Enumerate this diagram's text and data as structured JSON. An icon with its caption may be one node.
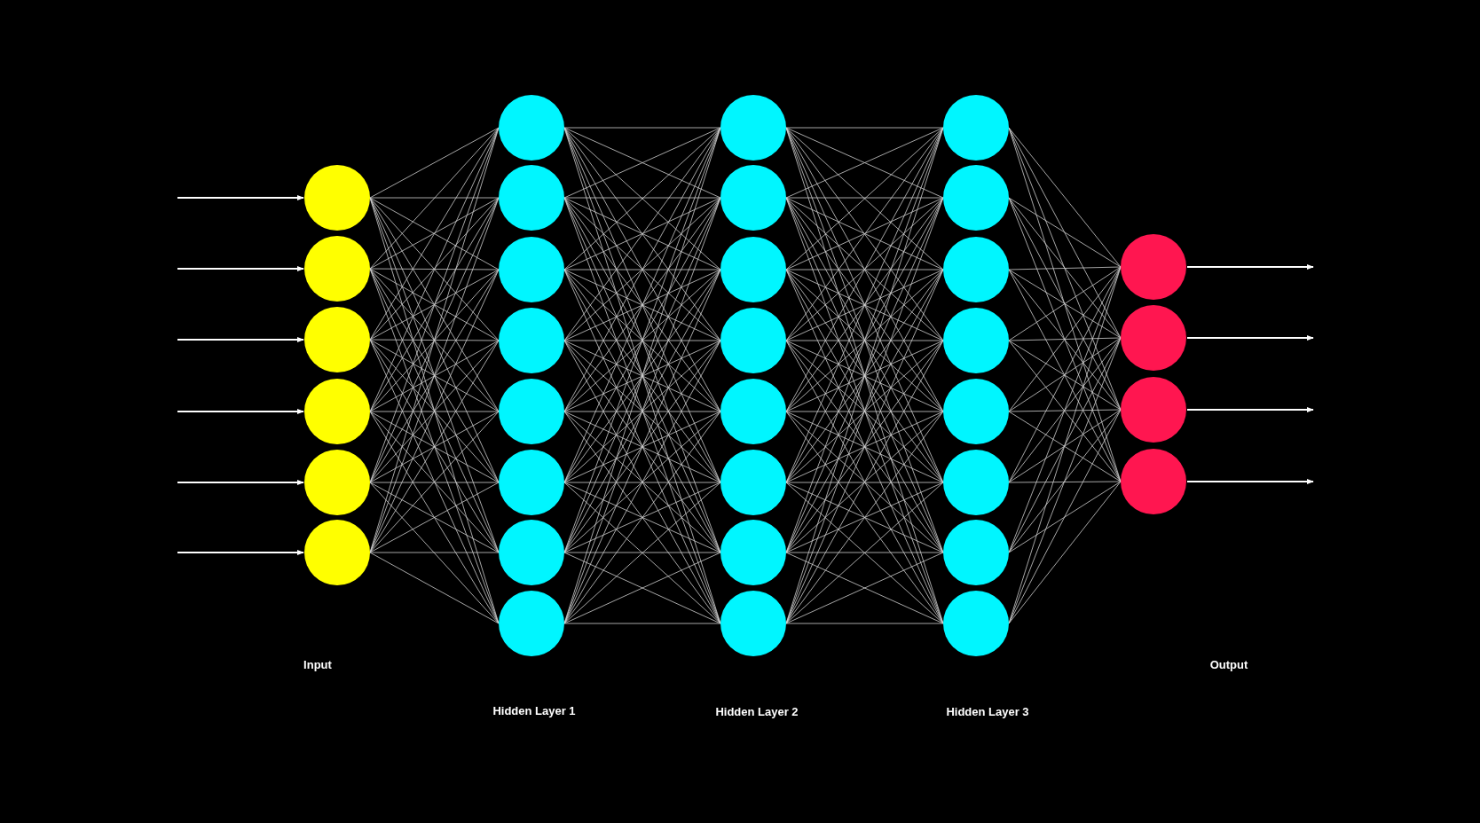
{
  "diagram": {
    "nodes": [
      {
        "text": [],
        "shape": "circle"
      },
      {
        "text": [],
        "shape": "circle"
      },
      {
        "text": [],
        "shape": "circle"
      },
      {
        "text": [],
        "shape": "circle"
      },
      {
        "text": [],
        "shape": "circle"
      },
      {
        "text": [],
        "shape": "circle"
      },
      {
        "text": [],
        "shape": "circle"
      },
      {
        "text": [],
        "shape": "circle"
      },
      {
        "text": [],
        "shape": "circle"
      },
      {
        "text": [],
        "shape": "circle"
      },
      {
        "text": [],
        "shape": "circle"
      },
      {
        "text": [],
        "shape": "circle"
      },
      {
        "text": [],
        "shape": "circle"
      },
      {
        "text": [],
        "shape": "circle"
      },
      {
        "text": [],
        "shape": "circle"
      },
      {
        "text": [],
        "shape": "circle"
      },
      {
        "text": [],
        "shape": "circle"
      },
      {
        "text": [],
        "shape": "circle"
      },
      {
        "text": [],
        "shape": "circle"
      },
      {
        "text": [],
        "shape": "circle"
      },
      {
        "text": [],
        "shape": "circle"
      },
      {
        "text": [],
        "shape": "circle"
      },
      {
        "text": [],
        "shape": "circle"
      },
      {
        "text": [],
        "shape": "circle"
      },
      {
        "text": [],
        "shape": "circle"
      },
      {
        "text": [],
        "shape": "circle"
      },
      {
        "text": [],
        "shape": "circle"
      },
      {
        "text": [],
        "shape": "circle"
      },
      {
        "text": [],
        "shape": "circle"
      },
      {
        "text": [],
        "shape": "circle"
      },
      {
        "text": [],
        "shape": "circle"
      },
      {
        "text": [],
        "shape": "circle"
      },
      {
        "text": [],
        "shape": "circle"
      },
      {
        "text": [],
        "shape": "circle"
      }
    ],
    "edges": [
      {
        "from": null,
        "to": 0,
        "arrow": "to"
      },
      {
        "from": null,
        "to": 1,
        "arrow": "to"
      },
      {
        "from": null,
        "to": 2,
        "arrow": "to"
      },
      {
        "from": null,
        "to": 3,
        "arrow": "to"
      },
      {
        "from": null,
        "to": 4,
        "arrow": "to"
      },
      {
        "from": null,
        "to": 5,
        "arrow": "to"
      },
      {
        "from": 0,
        "to": 6,
        "arrow": "none"
      },
      {
        "from": 0,
        "to": 7,
        "arrow": "none"
      },
      {
        "from": 0,
        "to": 8,
        "arrow": "none"
      },
      {
        "from": 0,
        "to": 9,
        "arrow": "none"
      },
      {
        "from": 0,
        "to": 10,
        "arrow": "none"
      },
      {
        "from": 0,
        "to": 11,
        "arrow": "none"
      },
      {
        "from": 0,
        "to": 12,
        "arrow": "none"
      },
      {
        "from": 0,
        "to": 13,
        "arrow": "none"
      },
      {
        "from": 1,
        "to": 6,
        "arrow": "none"
      },
      {
        "from": 1,
        "to": 7,
        "arrow": "none"
      },
      {
        "from": 1,
        "to": 8,
        "arrow": "none"
      },
      {
        "from": 1,
        "to": 9,
        "arrow": "none"
      },
      {
        "from": 1,
        "to": 10,
        "arrow": "none"
      },
      {
        "from": 1,
        "to": 11,
        "arrow": "none"
      },
      {
        "from": 1,
        "to": 12,
        "arrow": "none"
      },
      {
        "from": 1,
        "to": 13,
        "arrow": "none"
      },
      {
        "from": 2,
        "to": 6,
        "arrow": "none"
      },
      {
        "from": 2,
        "to": 7,
        "arrow": "none"
      },
      {
        "from": 2,
        "to": 8,
        "arrow": "none"
      },
      {
        "from": 2,
        "to": 9,
        "arrow": "none"
      },
      {
        "from": 2,
        "to": 10,
        "arrow": "none"
      },
      {
        "from": 2,
        "to": 11,
        "arrow": "none"
      },
      {
        "from": 2,
        "to": 12,
        "arrow": "none"
      },
      {
        "from": 2,
        "to": 13,
        "arrow": "none"
      },
      {
        "from": 3,
        "to": 6,
        "arrow": "none"
      },
      {
        "from": 3,
        "to": 7,
        "arrow": "none"
      },
      {
        "from": 3,
        "to": 8,
        "arrow": "none"
      },
      {
        "from": 3,
        "to": 9,
        "arrow": "none"
      },
      {
        "from": 3,
        "to": 10,
        "arrow": "none"
      },
      {
        "from": 3,
        "to": 11,
        "arrow": "none"
      },
      {
        "from": 3,
        "to": 12,
        "arrow": "none"
      },
      {
        "from": 3,
        "to": 13,
        "arrow": "none"
      },
      {
        "from": 4,
        "to": 6,
        "arrow": "none"
      },
      {
        "from": 4,
        "to": 7,
        "arrow": "none"
      },
      {
        "from": 4,
        "to": 8,
        "arrow": "none"
      },
      {
        "from": 4,
        "to": 9,
        "arrow": "none"
      },
      {
        "from": 4,
        "to": 10,
        "arrow": "none"
      },
      {
        "from": 4,
        "to": 11,
        "arrow": "none"
      },
      {
        "from": 4,
        "to": 12,
        "arrow": "none"
      },
      {
        "from": 4,
        "to": 13,
        "arrow": "none"
      },
      {
        "from": 5,
        "to": 6,
        "arrow": "none"
      },
      {
        "from": 5,
        "to": 7,
        "arrow": "none"
      },
      {
        "from": 5,
        "to": 8,
        "arrow": "none"
      },
      {
        "from": 5,
        "to": 9,
        "arrow": "none"
      },
      {
        "from": 5,
        "to": 10,
        "arrow": "none"
      },
      {
        "from": 5,
        "to": 11,
        "arrow": "none"
      },
      {
        "from": 5,
        "to": 12,
        "arrow": "none"
      },
      {
        "from": 5,
        "to": 13,
        "arrow": "none"
      },
      {
        "from": 6,
        "to": 14,
        "arrow": "none"
      },
      {
        "from": 6,
        "to": 15,
        "arrow": "none"
      },
      {
        "from": 6,
        "to": 16,
        "arrow": "none"
      },
      {
        "from": 6,
        "to": 17,
        "arrow": "none"
      },
      {
        "from": 6,
        "to": 18,
        "arrow": "none"
      },
      {
        "from": 6,
        "to": 19,
        "arrow": "none"
      },
      {
        "from": 6,
        "to": 20,
        "arrow": "none"
      },
      {
        "from": 6,
        "to": 21,
        "arrow": "none"
      },
      {
        "from": 7,
        "to": 14,
        "arrow": "none"
      },
      {
        "from": 7,
        "to": 15,
        "arrow": "none"
      },
      {
        "from": 7,
        "to": 16,
        "arrow": "none"
      },
      {
        "from": 7,
        "to": 17,
        "arrow": "none"
      },
      {
        "from": 7,
        "to": 18,
        "arrow": "none"
      },
      {
        "from": 7,
        "to": 19,
        "arrow": "none"
      },
      {
        "from": 7,
        "to": 20,
        "arrow": "none"
      },
      {
        "from": 7,
        "to": 21,
        "arrow": "none"
      },
      {
        "from": 8,
        "to": 14,
        "arrow": "none"
      },
      {
        "from": 8,
        "to": 15,
        "arrow": "none"
      },
      {
        "from": 8,
        "to": 16,
        "arrow": "none"
      },
      {
        "from": 8,
        "to": 17,
        "arrow": "none"
      },
      {
        "from": 8,
        "to": 18,
        "arrow": "none"
      },
      {
        "from": 8,
        "to": 19,
        "arrow": "none"
      },
      {
        "from": 8,
        "to": 20,
        "arrow": "none"
      },
      {
        "from": 8,
        "to": 21,
        "arrow": "none"
      },
      {
        "from": 9,
        "to": 14,
        "arrow": "none"
      },
      {
        "from": 9,
        "to": 15,
        "arrow": "none"
      },
      {
        "from": 9,
        "to": 16,
        "arrow": "none"
      },
      {
        "from": 9,
        "to": 17,
        "arrow": "none"
      },
      {
        "from": 9,
        "to": 18,
        "arrow": "none"
      },
      {
        "from": 9,
        "to": 19,
        "arrow": "none"
      },
      {
        "from": 9,
        "to": 20,
        "arrow": "none"
      },
      {
        "from": 9,
        "to": 21,
        "arrow": "none"
      },
      {
        "from": 10,
        "to": 14,
        "arrow": "none"
      },
      {
        "from": 10,
        "to": 15,
        "arrow": "none"
      },
      {
        "from": 10,
        "to": 16,
        "arrow": "none"
      },
      {
        "from": 10,
        "to": 17,
        "arrow": "none"
      },
      {
        "from": 10,
        "to": 18,
        "arrow": "none"
      },
      {
        "from": 10,
        "to": 19,
        "arrow": "none"
      },
      {
        "from": 10,
        "to": 20,
        "arrow": "none"
      },
      {
        "from": 10,
        "to": 21,
        "arrow": "none"
      },
      {
        "from": 11,
        "to": 14,
        "arrow": "none"
      },
      {
        "from": 11,
        "to": 15,
        "arrow": "none"
      },
      {
        "from": 11,
        "to": 16,
        "arrow": "none"
      },
      {
        "from": 11,
        "to": 17,
        "arrow": "none"
      },
      {
        "from": 11,
        "to": 18,
        "arrow": "none"
      },
      {
        "from": 11,
        "to": 19,
        "arrow": "none"
      },
      {
        "from": 11,
        "to": 20,
        "arrow": "none"
      },
      {
        "from": 11,
        "to": 21,
        "arrow": "none"
      },
      {
        "from": 12,
        "to": 14,
        "arrow": "none"
      },
      {
        "from": 12,
        "to": 15,
        "arrow": "none"
      },
      {
        "from": 12,
        "to": 16,
        "arrow": "none"
      },
      {
        "from": 12,
        "to": 17,
        "arrow": "none"
      },
      {
        "from": 12,
        "to": 18,
        "arrow": "none"
      },
      {
        "from": 12,
        "to": 19,
        "arrow": "none"
      },
      {
        "from": 12,
        "to": 20,
        "arrow": "none"
      },
      {
        "from": 12,
        "to": 21,
        "arrow": "none"
      },
      {
        "from": 13,
        "to": 14,
        "arrow": "none"
      },
      {
        "from": 13,
        "to": 15,
        "arrow": "none"
      },
      {
        "from": 13,
        "to": 16,
        "arrow": "none"
      },
      {
        "from": 13,
        "to": 17,
        "arrow": "none"
      },
      {
        "from": 13,
        "to": 18,
        "arrow": "none"
      },
      {
        "from": 13,
        "to": 19,
        "arrow": "none"
      },
      {
        "from": 13,
        "to": 20,
        "arrow": "none"
      },
      {
        "from": 13,
        "to": 21,
        "arrow": "none"
      },
      {
        "from": 14,
        "to": 22,
        "arrow": "none"
      },
      {
        "from": 14,
        "to": 23,
        "arrow": "none"
      },
      {
        "from": 14,
        "to": 24,
        "arrow": "none"
      },
      {
        "from": 14,
        "to": 25,
        "arrow": "none"
      },
      {
        "from": 14,
        "to": 26,
        "arrow": "none"
      },
      {
        "from": 14,
        "to": 27,
        "arrow": "none"
      },
      {
        "from": 14,
        "to": 28,
        "arrow": "none"
      },
      {
        "from": 14,
        "to": 29,
        "arrow": "none"
      },
      {
        "from": 15,
        "to": 22,
        "arrow": "none"
      },
      {
        "from": 15,
        "to": 23,
        "arrow": "none"
      },
      {
        "from": 15,
        "to": 24,
        "arrow": "none"
      },
      {
        "from": 15,
        "to": 25,
        "arrow": "none"
      },
      {
        "from": 15,
        "to": 26,
        "arrow": "none"
      },
      {
        "from": 15,
        "to": 27,
        "arrow": "none"
      },
      {
        "from": 15,
        "to": 28,
        "arrow": "none"
      },
      {
        "from": 15,
        "to": 29,
        "arrow": "none"
      },
      {
        "from": 16,
        "to": 22,
        "arrow": "none"
      },
      {
        "from": 16,
        "to": 23,
        "arrow": "none"
      },
      {
        "from": 16,
        "to": 24,
        "arrow": "none"
      },
      {
        "from": 16,
        "to": 25,
        "arrow": "none"
      },
      {
        "from": 16,
        "to": 26,
        "arrow": "none"
      },
      {
        "from": 16,
        "to": 27,
        "arrow": "none"
      },
      {
        "from": 16,
        "to": 28,
        "arrow": "none"
      },
      {
        "from": 16,
        "to": 29,
        "arrow": "none"
      },
      {
        "from": 17,
        "to": 22,
        "arrow": "none"
      },
      {
        "from": 17,
        "to": 23,
        "arrow": "none"
      },
      {
        "from": 17,
        "to": 24,
        "arrow": "none"
      },
      {
        "from": 17,
        "to": 25,
        "arrow": "none"
      },
      {
        "from": 17,
        "to": 26,
        "arrow": "none"
      },
      {
        "from": 17,
        "to": 27,
        "arrow": "none"
      },
      {
        "from": 17,
        "to": 28,
        "arrow": "none"
      },
      {
        "from": 17,
        "to": 29,
        "arrow": "none"
      },
      {
        "from": 18,
        "to": 22,
        "arrow": "none"
      },
      {
        "from": 18,
        "to": 23,
        "arrow": "none"
      },
      {
        "from": 18,
        "to": 24,
        "arrow": "none"
      },
      {
        "from": 18,
        "to": 25,
        "arrow": "none"
      },
      {
        "from": 18,
        "to": 26,
        "arrow": "none"
      },
      {
        "from": 18,
        "to": 27,
        "arrow": "none"
      },
      {
        "from": 18,
        "to": 28,
        "arrow": "none"
      },
      {
        "from": 18,
        "to": 29,
        "arrow": "none"
      },
      {
        "from": 19,
        "to": 22,
        "arrow": "none"
      },
      {
        "from": 19,
        "to": 23,
        "arrow": "none"
      },
      {
        "from": 19,
        "to": 24,
        "arrow": "none"
      },
      {
        "from": 19,
        "to": 25,
        "arrow": "none"
      },
      {
        "from": 19,
        "to": 26,
        "arrow": "none"
      },
      {
        "from": 19,
        "to": 27,
        "arrow": "none"
      },
      {
        "from": 19,
        "to": 28,
        "arrow": "none"
      },
      {
        "from": 19,
        "to": 29,
        "arrow": "none"
      },
      {
        "from": 20,
        "to": 22,
        "arrow": "none"
      },
      {
        "from": 20,
        "to": 23,
        "arrow": "none"
      },
      {
        "from": 20,
        "to": 24,
        "arrow": "none"
      },
      {
        "from": 20,
        "to": 25,
        "arrow": "none"
      },
      {
        "from": 20,
        "to": 26,
        "arrow": "none"
      },
      {
        "from": 20,
        "to": 27,
        "arrow": "none"
      },
      {
        "from": 20,
        "to": 28,
        "arrow": "none"
      },
      {
        "from": 20,
        "to": 29,
        "arrow": "none"
      },
      {
        "from": 21,
        "to": 22,
        "arrow": "none"
      },
      {
        "from": 21,
        "to": 23,
        "arrow": "none"
      },
      {
        "from": 21,
        "to": 24,
        "arrow": "none"
      },
      {
        "from": 21,
        "to": 25,
        "arrow": "none"
      },
      {
        "from": 21,
        "to": 26,
        "arrow": "none"
      },
      {
        "from": 21,
        "to": 27,
        "arrow": "none"
      },
      {
        "from": 21,
        "to": 28,
        "arrow": "none"
      },
      {
        "from": 21,
        "to": 29,
        "arrow": "none"
      },
      {
        "from": 22,
        "to": 30,
        "arrow": "none"
      },
      {
        "from": 22,
        "to": 31,
        "arrow": "none"
      },
      {
        "from": 22,
        "to": 32,
        "arrow": "none"
      },
      {
        "from": 22,
        "to": 33,
        "arrow": "none"
      },
      {
        "from": 23,
        "to": 30,
        "arrow": "none"
      },
      {
        "from": 23,
        "to": 31,
        "arrow": "none"
      },
      {
        "from": 23,
        "to": 32,
        "arrow": "none"
      },
      {
        "from": 23,
        "to": 33,
        "arrow": "none"
      },
      {
        "from": 24,
        "to": 30,
        "arrow": "none"
      },
      {
        "from": 24,
        "to": 31,
        "arrow": "none"
      },
      {
        "from": 24,
        "to": 32,
        "arrow": "none"
      },
      {
        "from": 24,
        "to": 33,
        "arrow": "none"
      },
      {
        "from": 25,
        "to": 30,
        "arrow": "none"
      },
      {
        "from": 25,
        "to": 31,
        "arrow": "none"
      },
      {
        "from": 25,
        "to": 32,
        "arrow": "none"
      },
      {
        "from": 25,
        "to": 33,
        "arrow": "none"
      },
      {
        "from": 26,
        "to": 30,
        "arrow": "none"
      },
      {
        "from": 26,
        "to": 31,
        "arrow": "none"
      },
      {
        "from": 26,
        "to": 32,
        "arrow": "none"
      },
      {
        "from": 26,
        "to": 33,
        "arrow": "none"
      },
      {
        "from": 27,
        "to": 30,
        "arrow": "none"
      },
      {
        "from": 27,
        "to": 31,
        "arrow": "none"
      },
      {
        "from": 27,
        "to": 32,
        "arrow": "none"
      },
      {
        "from": 27,
        "to": 33,
        "arrow": "none"
      },
      {
        "from": 28,
        "to": 30,
        "arrow": "none"
      },
      {
        "from": 28,
        "to": 31,
        "arrow": "none"
      },
      {
        "from": 28,
        "to": 32,
        "arrow": "none"
      },
      {
        "from": 28,
        "to": 33,
        "arrow": "none"
      },
      {
        "from": 29,
        "to": 30,
        "arrow": "none"
      },
      {
        "from": 29,
        "to": 31,
        "arrow": "none"
      },
      {
        "from": 29,
        "to": 32,
        "arrow": "none"
      },
      {
        "from": 29,
        "to": 33,
        "arrow": "none"
      },
      {
        "from": 30,
        "to": null,
        "arrow": "to"
      },
      {
        "from": 31,
        "to": null,
        "arrow": "to"
      },
      {
        "from": 32,
        "to": null,
        "arrow": "to"
      },
      {
        "from": 33,
        "to": null,
        "arrow": "to"
      }
    ],
    "labels": [
      "Input",
      "Output",
      "Hidden Layer 1",
      "Hidden Layer 2",
      "Hidden Layer 3"
    ]
  }
}
